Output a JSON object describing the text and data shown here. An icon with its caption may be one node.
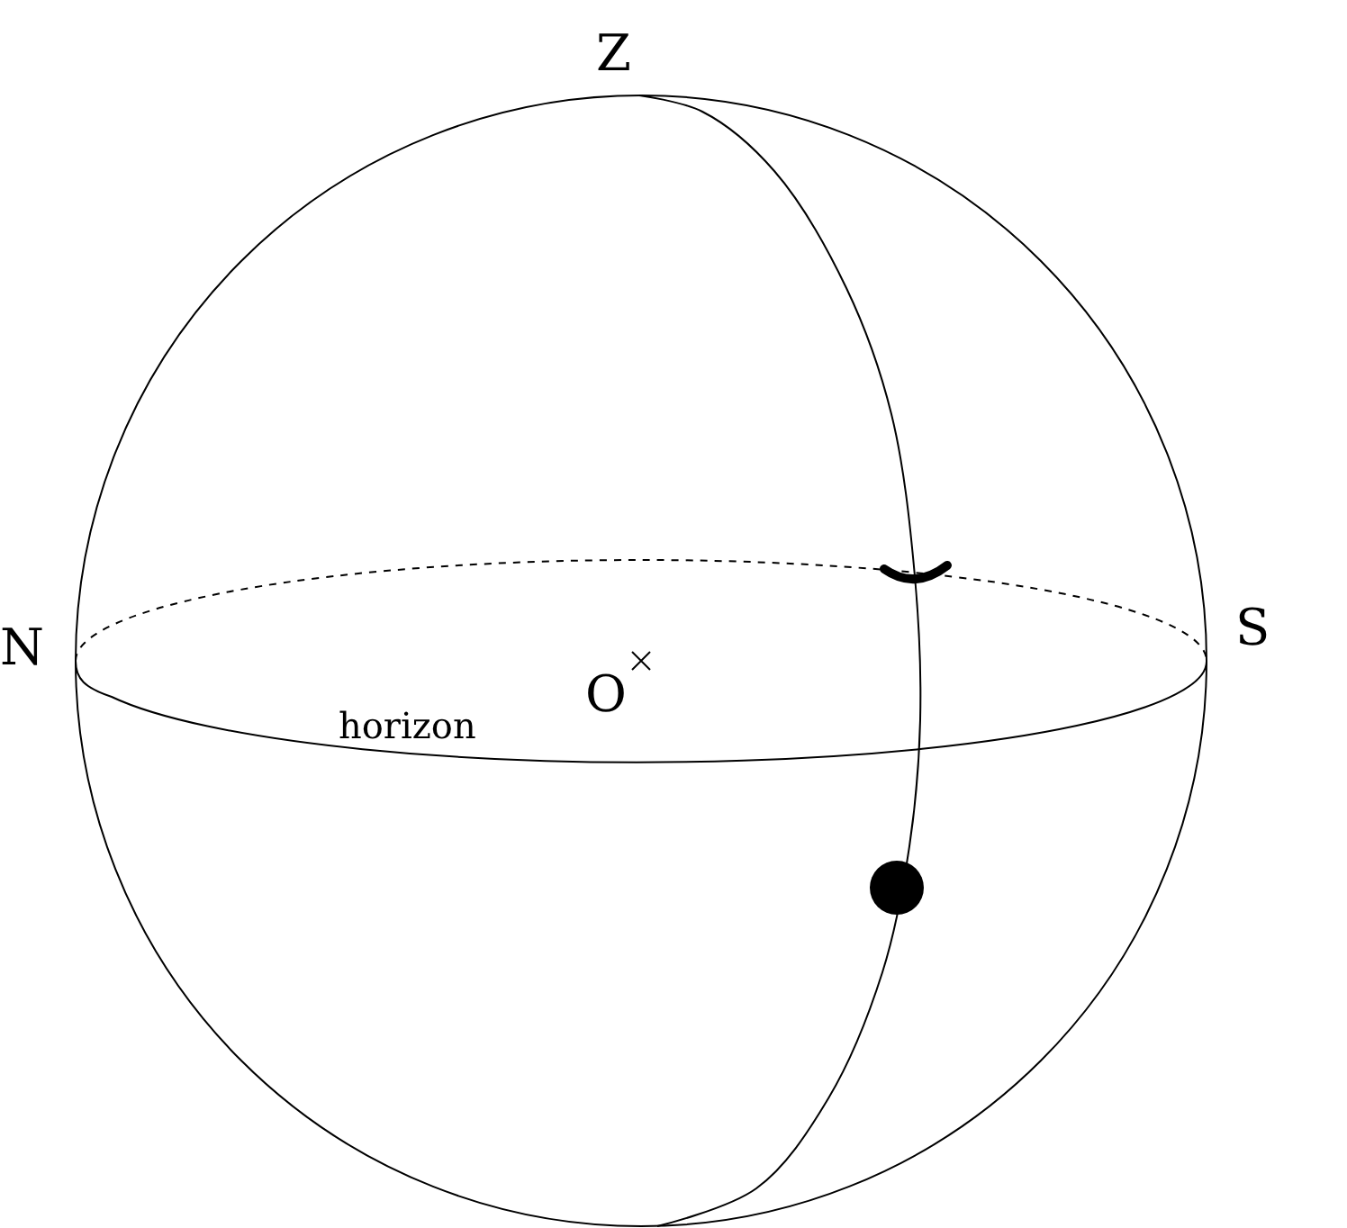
{
  "diagram": {
    "labels": [
      "Z",
      "N",
      "S",
      "O",
      "horizon"
    ]
  }
}
